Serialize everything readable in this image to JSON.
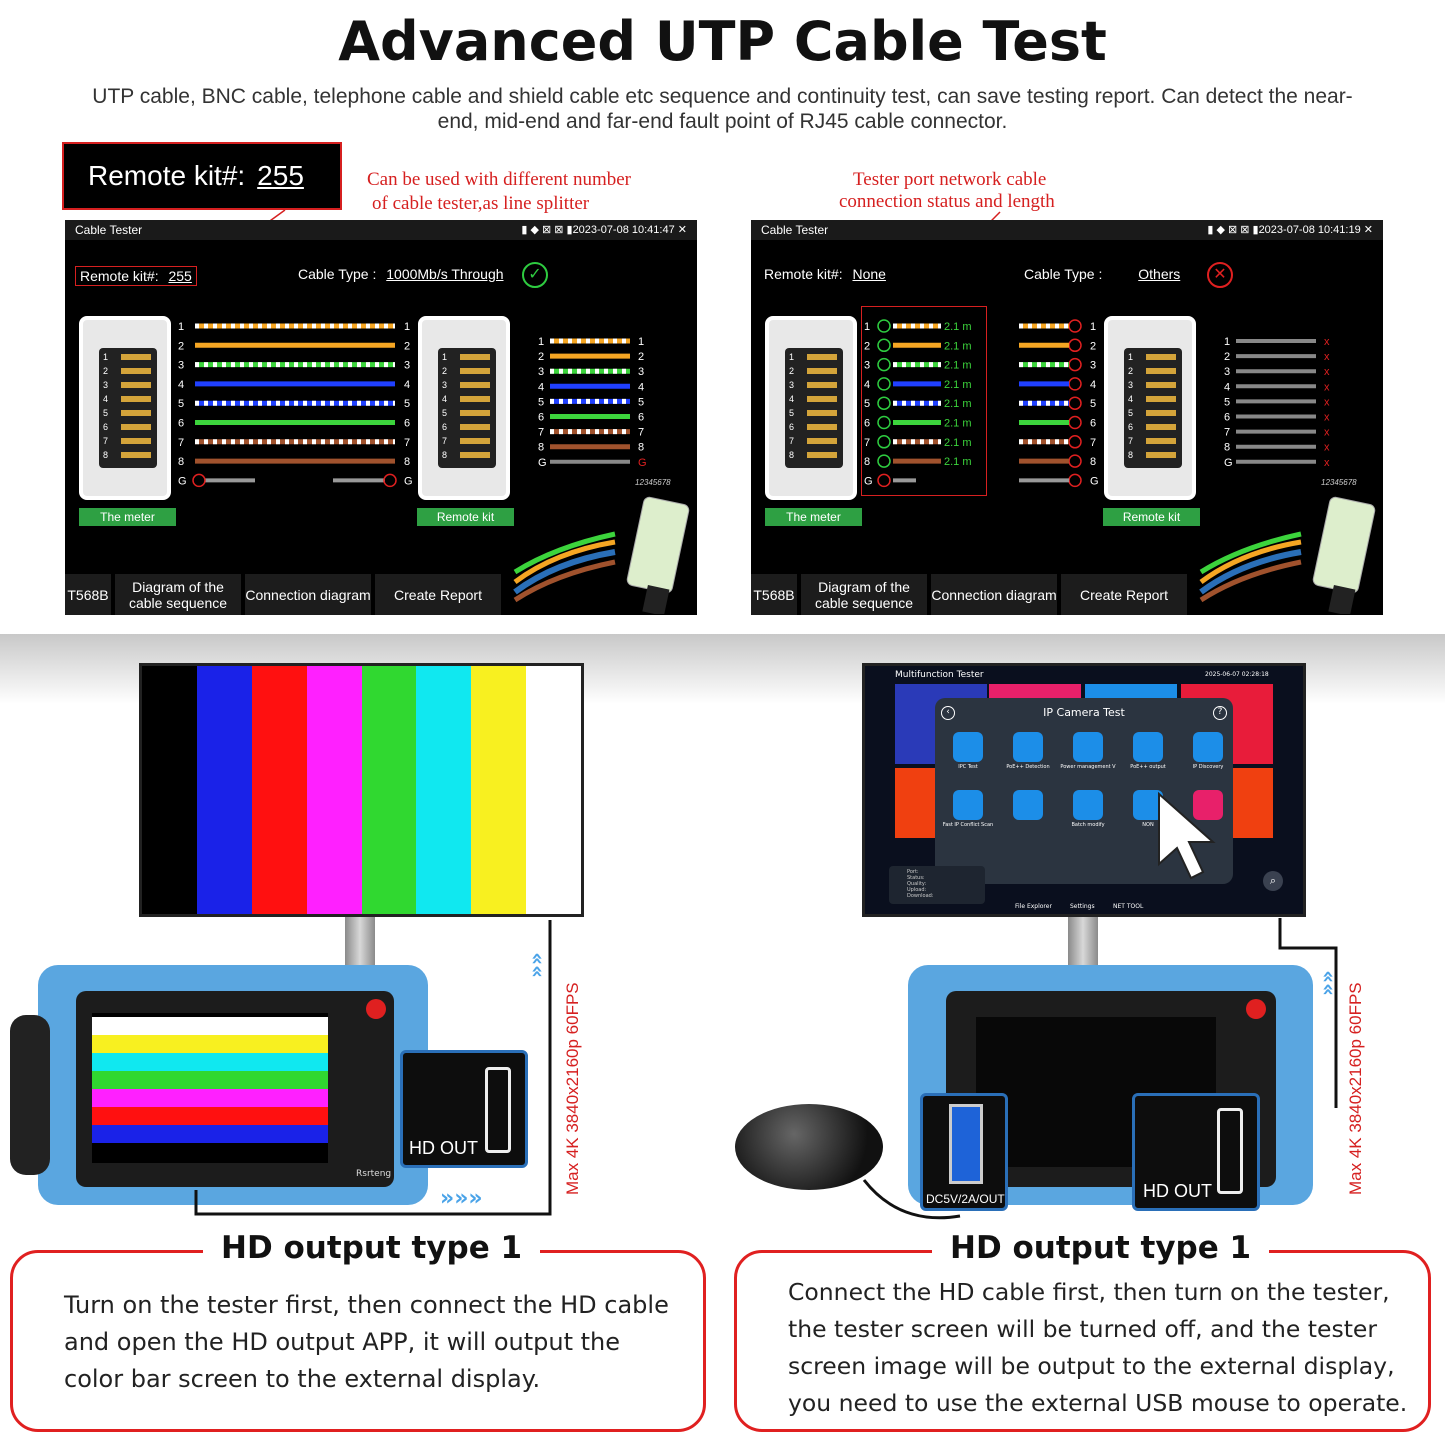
{
  "header": {
    "title": "Advanced UTP Cable Test",
    "subtitle": "UTP cable, BNC cable, telephone cable and shield cable etc sequence and continuity test, can save testing report. Can detect the near-end, mid-end and far-end fault point of RJ45 cable connector."
  },
  "callouts": {
    "kit_label": "Remote kit#:",
    "kit_value": "255",
    "left_note_1": "Can be used with different number",
    "left_note_2": "of cable tester,as line splitter",
    "right_note_1": "Tester port network cable",
    "right_note_2": "connection status and length"
  },
  "left_panel": {
    "app_title": "Cable Tester",
    "datetime": "2023-07-08 10:41:47",
    "remote_kit_label": "Remote kit#:",
    "remote_kit_value": "255",
    "cable_type_label": "Cable Type :",
    "cable_type_value": "1000Mb/s Through",
    "meter_label": "The meter",
    "remote_label": "Remote kit",
    "serial": "12345678",
    "tabs": [
      "T568B",
      "Diagram of the cable sequence",
      "Connection diagram",
      "Create Report"
    ]
  },
  "right_panel": {
    "app_title": "Cable Tester",
    "datetime": "2023-07-08 10:41:19",
    "remote_kit_label": "Remote kit#:",
    "remote_kit_value": "None",
    "cable_type_label": "Cable Type :",
    "cable_type_value": "Others",
    "length_value": "2.1 m",
    "meter_label": "The meter",
    "remote_label": "Remote kit",
    "serial": "12345678",
    "tabs": [
      "T568B",
      "Diagram of the cable sequence",
      "Connection diagram",
      "Create Report"
    ]
  },
  "pins": [
    "1",
    "2",
    "3",
    "4",
    "5",
    "6",
    "7",
    "8",
    "G"
  ],
  "colors": {
    "accent_red": "#d62020",
    "ok_green": "#2ecc40",
    "label_green": "#2ea043",
    "tester_blue": "#5aa6e0",
    "wire_colors": [
      "#f5a623",
      "#f5a623",
      "#3cd43c",
      "#2040ff",
      "#2040ff",
      "#3cd43c",
      "#a0522d",
      "#a0522d"
    ]
  },
  "left_demo": {
    "hd_out_label": "HD OUT",
    "max_res": "Max 4K 3840x2160p 60FPS",
    "brand": "Rsrteng",
    "color_bars": [
      "#000000",
      "#1a22e8",
      "#ff1010",
      "#ff20ff",
      "#30d830",
      "#10e8f0",
      "#f8f020",
      "#ffffff"
    ]
  },
  "right_demo": {
    "app_title": "Multifunction Tester",
    "datetime": "2025-06-07 02:28:18",
    "dialog_title": "IP Camera Test",
    "apps": [
      "IPC Test",
      "PoE++ Detection",
      "Power management V",
      "PoE++ output",
      "IP Discovery",
      "Fast IP Conflict Scan",
      "",
      "Batch modify",
      "NON",
      ""
    ],
    "bottom_apps": [
      "File Explorer",
      "Settings",
      "NET TOOL"
    ],
    "port_info": [
      "Port:",
      "Status:",
      "Quality:",
      "Upload:",
      "Download:"
    ],
    "usb_label": "DC5V/2A/OUT",
    "hd_out_label": "HD OUT",
    "max_res": "Max 4K 3840x2160p 60FPS"
  },
  "cards": {
    "left_title": "HD output type 1",
    "left_text": "Turn on the tester first, then connect the HD cable and open the HD output APP, it will output the color bar screen to the external display.",
    "right_title": "HD output type 1",
    "right_text": "Connect the HD cable first, then turn on the tester, the tester screen will be turned off, and the tester screen image will be output to the external display, you need to use the external USB mouse to operate."
  }
}
